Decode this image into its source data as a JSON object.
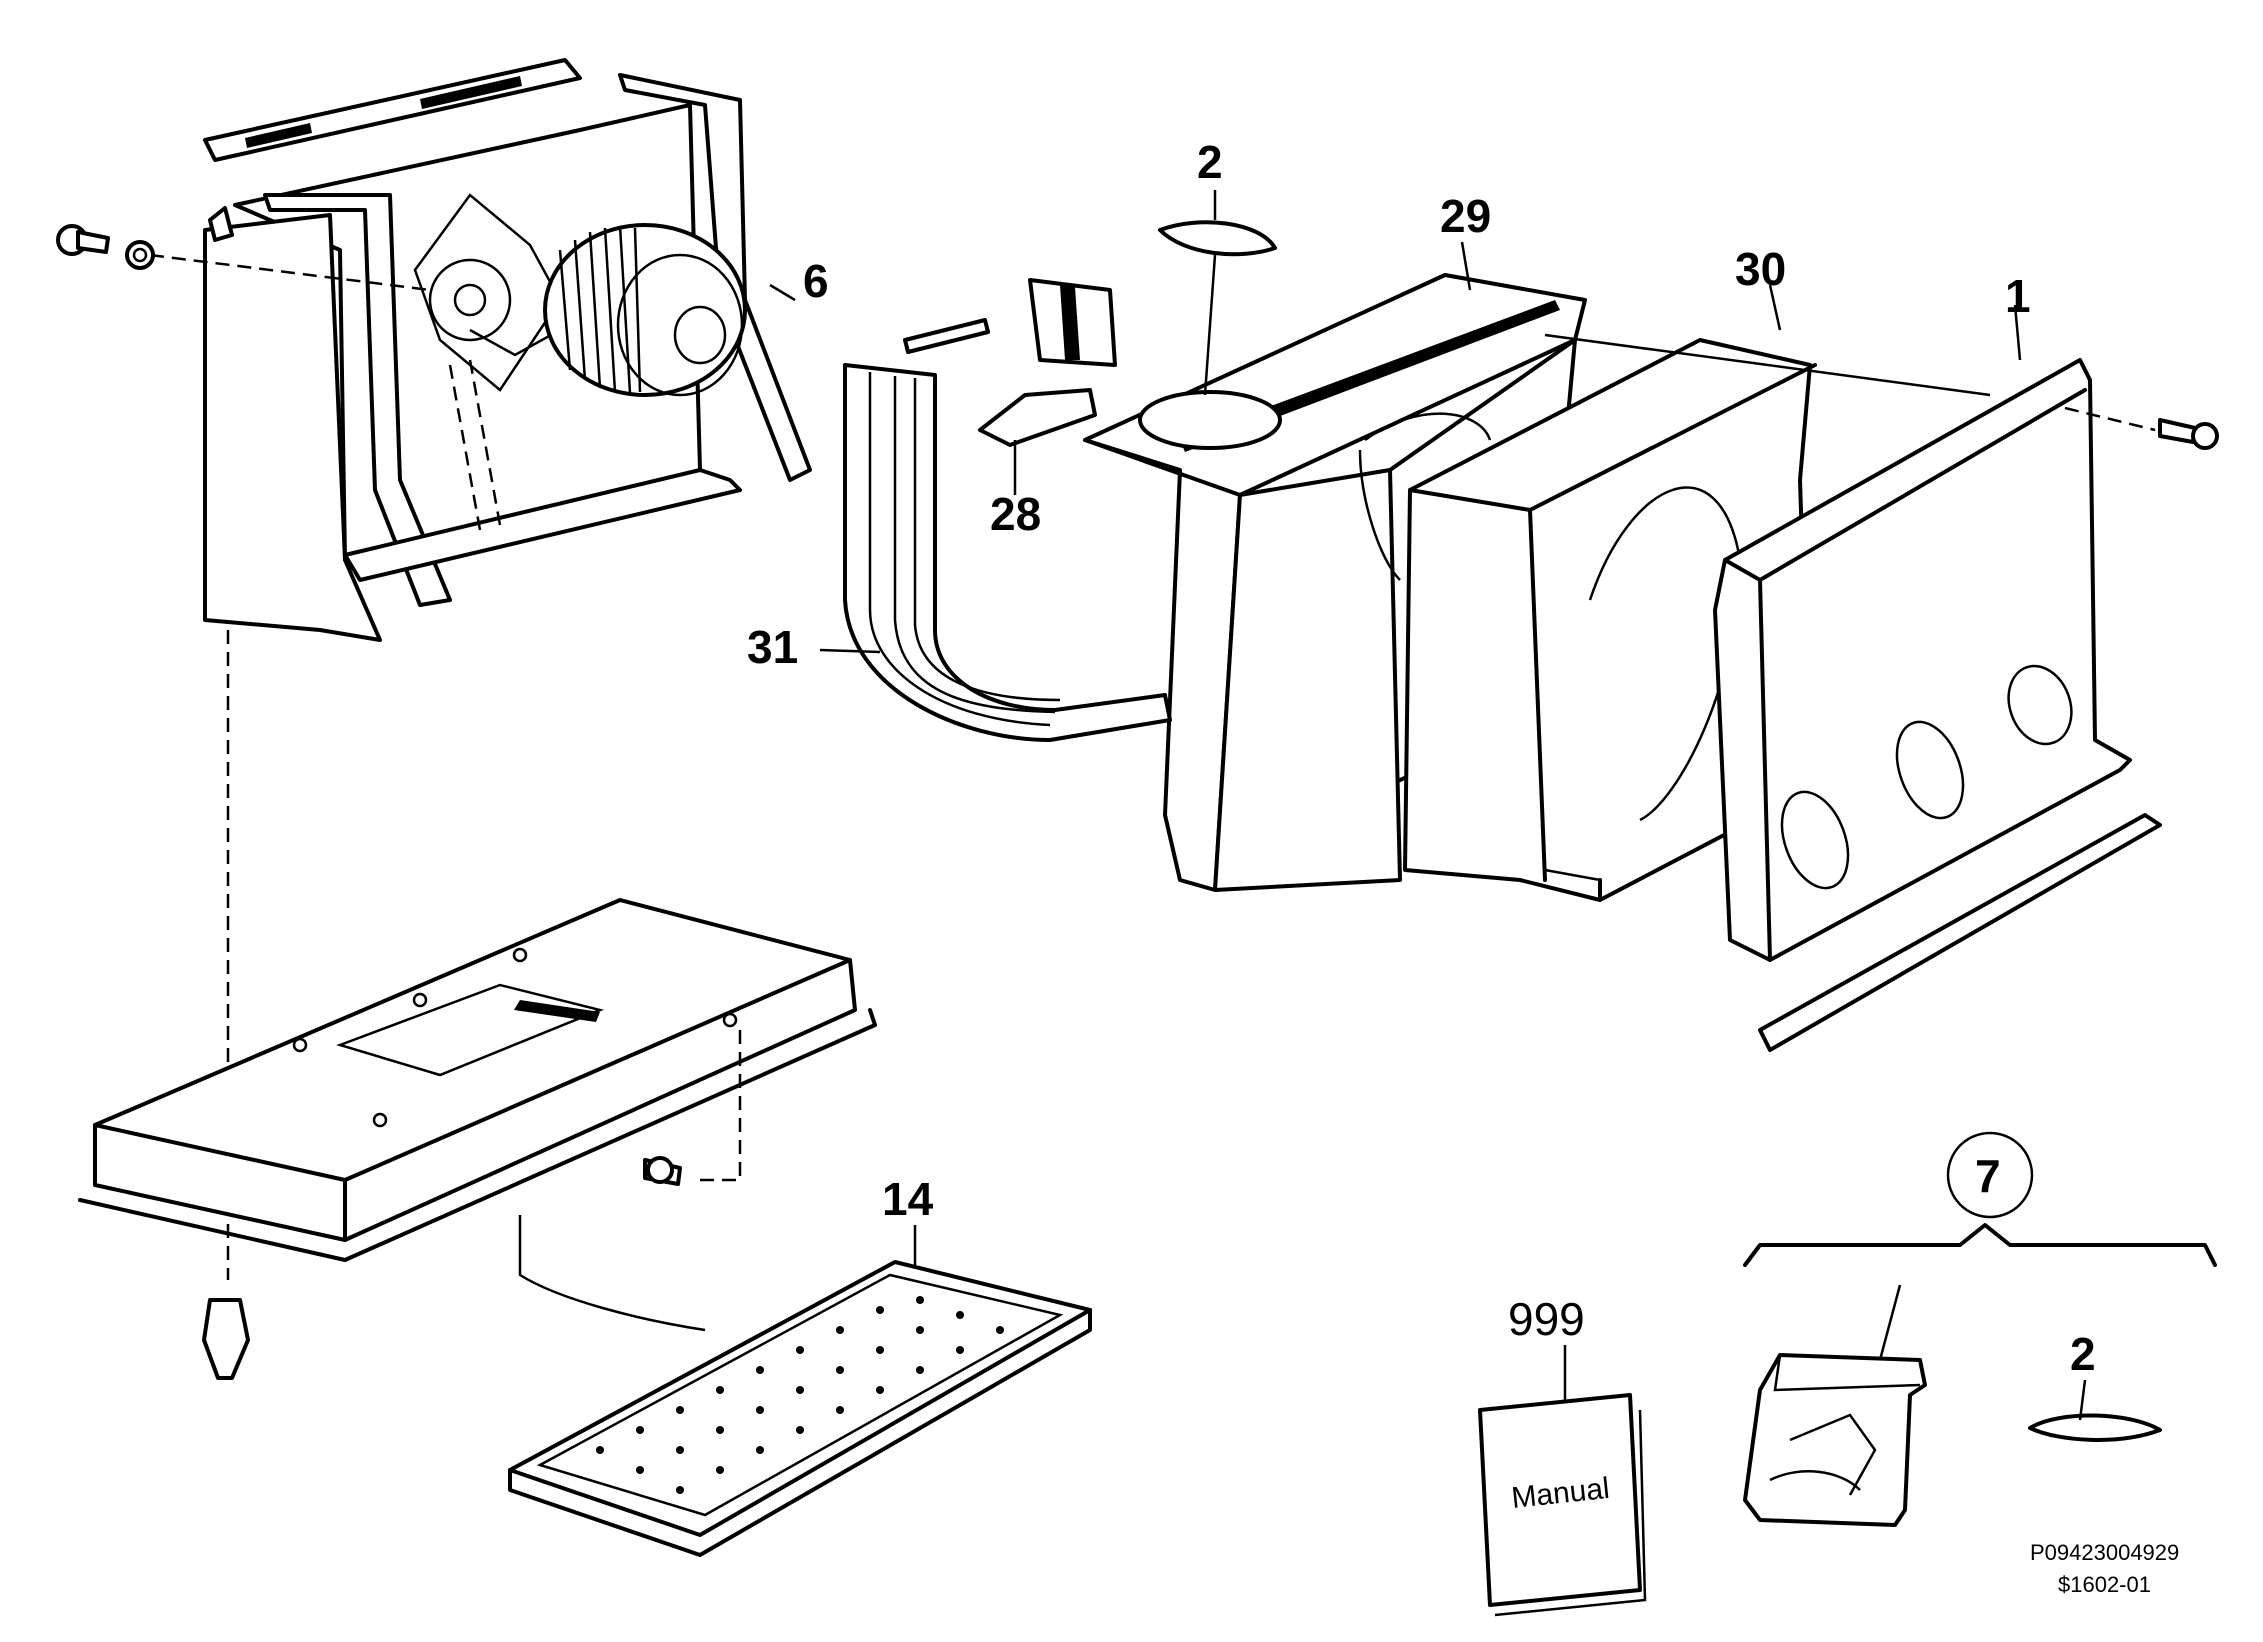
{
  "callouts": {
    "c2_top": "2",
    "c29": "29",
    "c30": "30",
    "c1": "1",
    "c6": "6",
    "c28": "28",
    "c31": "31",
    "c14": "14",
    "c7": "7",
    "c999": "999",
    "c2_kit": "2"
  },
  "manual": {
    "label": "Manual"
  },
  "reference": {
    "code_line1": "P09423004929",
    "code_line2": "$1602-01"
  }
}
